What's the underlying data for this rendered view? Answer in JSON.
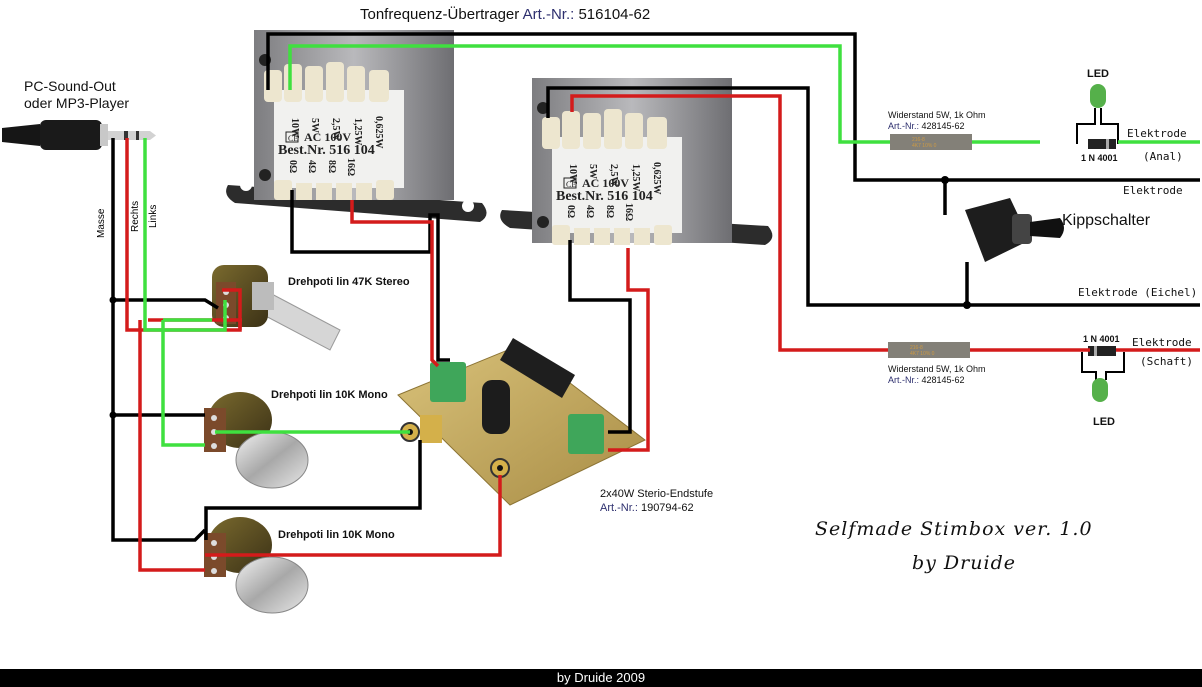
{
  "header": {
    "title": "Tonfrequenz-Übertrager",
    "art_label": "Art.-Nr.:",
    "art_number": "516104-62"
  },
  "source": {
    "line1": "PC-Sound-Out",
    "line2": "oder MP3-Player",
    "wires": {
      "ground": "Masse",
      "right": "Rechts",
      "left": "Links"
    }
  },
  "transformers": [
    {
      "taps_top": [
        "10W",
        "5W",
        "2,5W",
        "1,25W",
        "0,625W"
      ],
      "ce": "CE",
      "rating": "AC 100V",
      "best_nr": "Best.Nr. 516 104",
      "taps_bottom": [
        "0Ω",
        "4Ω",
        "8Ω",
        "16Ω"
      ]
    },
    {
      "taps_top": [
        "10W",
        "5W",
        "2,5W",
        "1,25W",
        "0,625W"
      ],
      "ce": "CE",
      "rating": "AC 100V",
      "best_nr": "Best.Nr. 516 104",
      "taps_bottom": [
        "0Ω",
        "4Ω",
        "8Ω",
        "16Ω"
      ]
    }
  ],
  "potentiometers": [
    {
      "label": "Drehpoti lin 47K Stereo"
    },
    {
      "label": "Drehpoti lin 10K Mono"
    },
    {
      "label": "Drehpoti lin 10K Mono"
    }
  ],
  "amplifier": {
    "label": "2x40W Sterio-Endstufe",
    "art_label": "Art.-Nr.:",
    "art_number": "190794-62"
  },
  "resistors": [
    {
      "label": "Widerstand 5W, 1k Ohm",
      "art_label": "Art.-Nr.:",
      "art_number": "428145-62",
      "marking1": "216-8",
      "marking2": "4K7 10% 0"
    },
    {
      "label": "Widerstand 5W, 1k Ohm",
      "art_label": "Art.-Nr.:",
      "art_number": "428145-62",
      "marking1": "216-8",
      "marking2": "4K7 10% 0"
    }
  ],
  "leds": [
    {
      "label": "LED"
    },
    {
      "label": "LED"
    }
  ],
  "diodes": [
    {
      "label": "1 N 4001"
    },
    {
      "label": "1 N 4001"
    }
  ],
  "switch": {
    "label": "Kippschalter"
  },
  "electrodes": {
    "anal_1": "Elektrode",
    "anal_2": "(Anal)",
    "plain": "Elektrode",
    "eichel": "Elektrode (Eichel)",
    "schaft_1": "Elektrode",
    "schaft_2": "(Schaft)"
  },
  "signature": {
    "line1": "Selfmade Stimbox ver. 1.0",
    "line2": "by Druide"
  },
  "footer": {
    "text": "by Druide 2009"
  },
  "colors": {
    "wire_black": "#000000",
    "wire_red": "#d41b1b",
    "wire_green": "#3fe03f",
    "art_blue": "#2d2f6e"
  }
}
